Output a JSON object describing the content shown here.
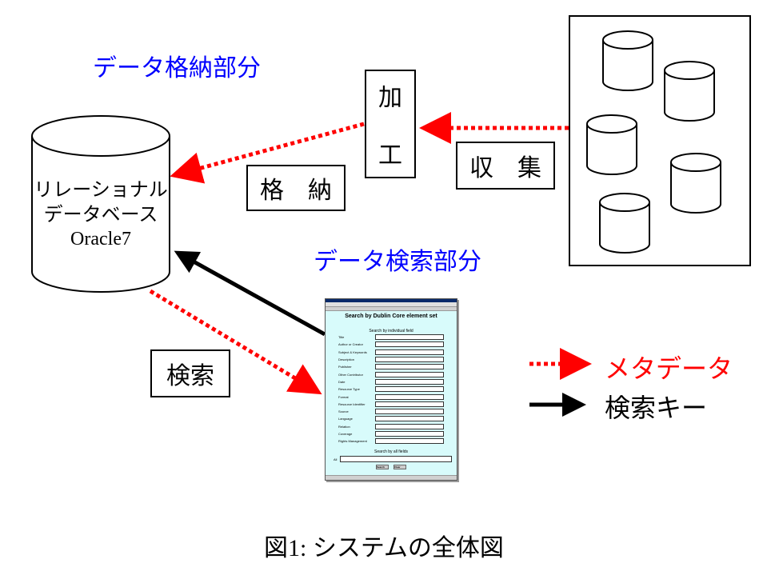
{
  "sections": {
    "storage": "データ格納部分",
    "search": "データ検索部分"
  },
  "database": {
    "line1": "リレーショナル",
    "line2": "データベース",
    "line3": "Oracle7"
  },
  "boxes": {
    "process_top": "加",
    "process_bottom": "工",
    "collect": "収　集",
    "store": "格　納",
    "search": "検索"
  },
  "search_form": {
    "title": "Search by Dublin Core element set",
    "subtitle": "Search by individual field",
    "fields": [
      "Title",
      "Author or Creator",
      "Subject & Keywords",
      "Description",
      "Publisher",
      "Other Contributor",
      "Date",
      "Resource Type",
      "Format",
      "Resource Identifier",
      "Source",
      "Language",
      "Relation",
      "Coverage",
      "Rights Management"
    ],
    "all_subtitle": "Search by all fields",
    "all_label": "All",
    "buttons": [
      "Search",
      "Clear"
    ]
  },
  "legend": {
    "metadata": "メタデータ",
    "search_key": "検索キー",
    "metadata_color": "#ff0000",
    "search_key_color": "#000000"
  },
  "caption": "図1: システムの全体図",
  "colors": {
    "section_title": "#0000ff",
    "dotted_arrow": "#ff0000",
    "solid_arrow": "#000000"
  }
}
